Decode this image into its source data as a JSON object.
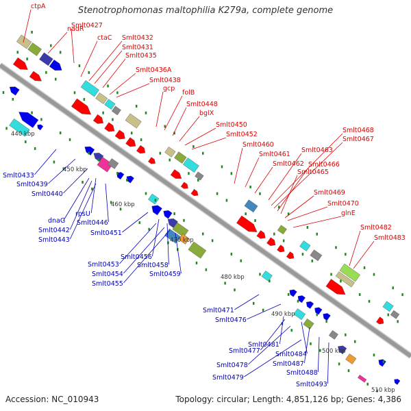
{
  "title": "Stenotrophomonas maltophilia K279a, complete genome",
  "footer": {
    "accession": "Accession: NC_010943",
    "topology": "Topology: circular; Length: 4,851,126 bp; Genes: 4,386"
  },
  "colors": {
    "forward_label": "#dd0000",
    "reverse_label": "#0000bb",
    "backbone": "#999999",
    "red": "#ff0000",
    "blue": "#0000ee",
    "cyan": "#33dddd",
    "olive": "#c8c08a",
    "green": "#8aab3c",
    "gray": "#888888",
    "navy": "#3a3aa8",
    "magenta": "#ee3399",
    "orange": "#ee9933",
    "lime": "#99dd55",
    "steel": "#4488bb",
    "tick": "#228822"
  },
  "ruler": [
    "440 kbp",
    "450 kbp",
    "460 kbp",
    "470 kbp",
    "480 kbp",
    "490 kbp",
    "500 kbp",
    "510 kbp"
  ],
  "forward_labels": [
    "ctpA",
    "nadR",
    "Smlt0427",
    "ctaC",
    "Smlt0432",
    "Smlt0431",
    "Smlt0435",
    "Smlt0436A",
    "Smlt0438",
    "gcp",
    "folB",
    "Smlt0448",
    "bglX",
    "Smlt0450",
    "Smlt0452",
    "Smlt0460",
    "Smlt0461",
    "Smlt0462",
    "Smlt0463",
    "Smlt0468",
    "Smlt0467",
    "Smlt0466",
    "Smlt0465",
    "Smlt0469",
    "Smlt0470",
    "glnE",
    "Smlt0482",
    "Smlt0483"
  ],
  "reverse_labels": [
    "Smlt0433",
    "Smlt0439",
    "Smlt0440",
    "dnaG",
    "rpsU",
    "Smlt0442",
    "Smlt0443",
    "Smlt0446",
    "Smlt0451",
    "Smlt0456",
    "Smlt0453",
    "Smlt0458",
    "Smlt0454",
    "Smlt0455",
    "Smlt0459",
    "Smlt0471",
    "Smlt0476",
    "Smlt0481",
    "Smlt0477",
    "Smlt0484",
    "Smlt0478",
    "Smlt0487",
    "Smlt0488",
    "Smlt0479",
    "Smlt0493"
  ]
}
